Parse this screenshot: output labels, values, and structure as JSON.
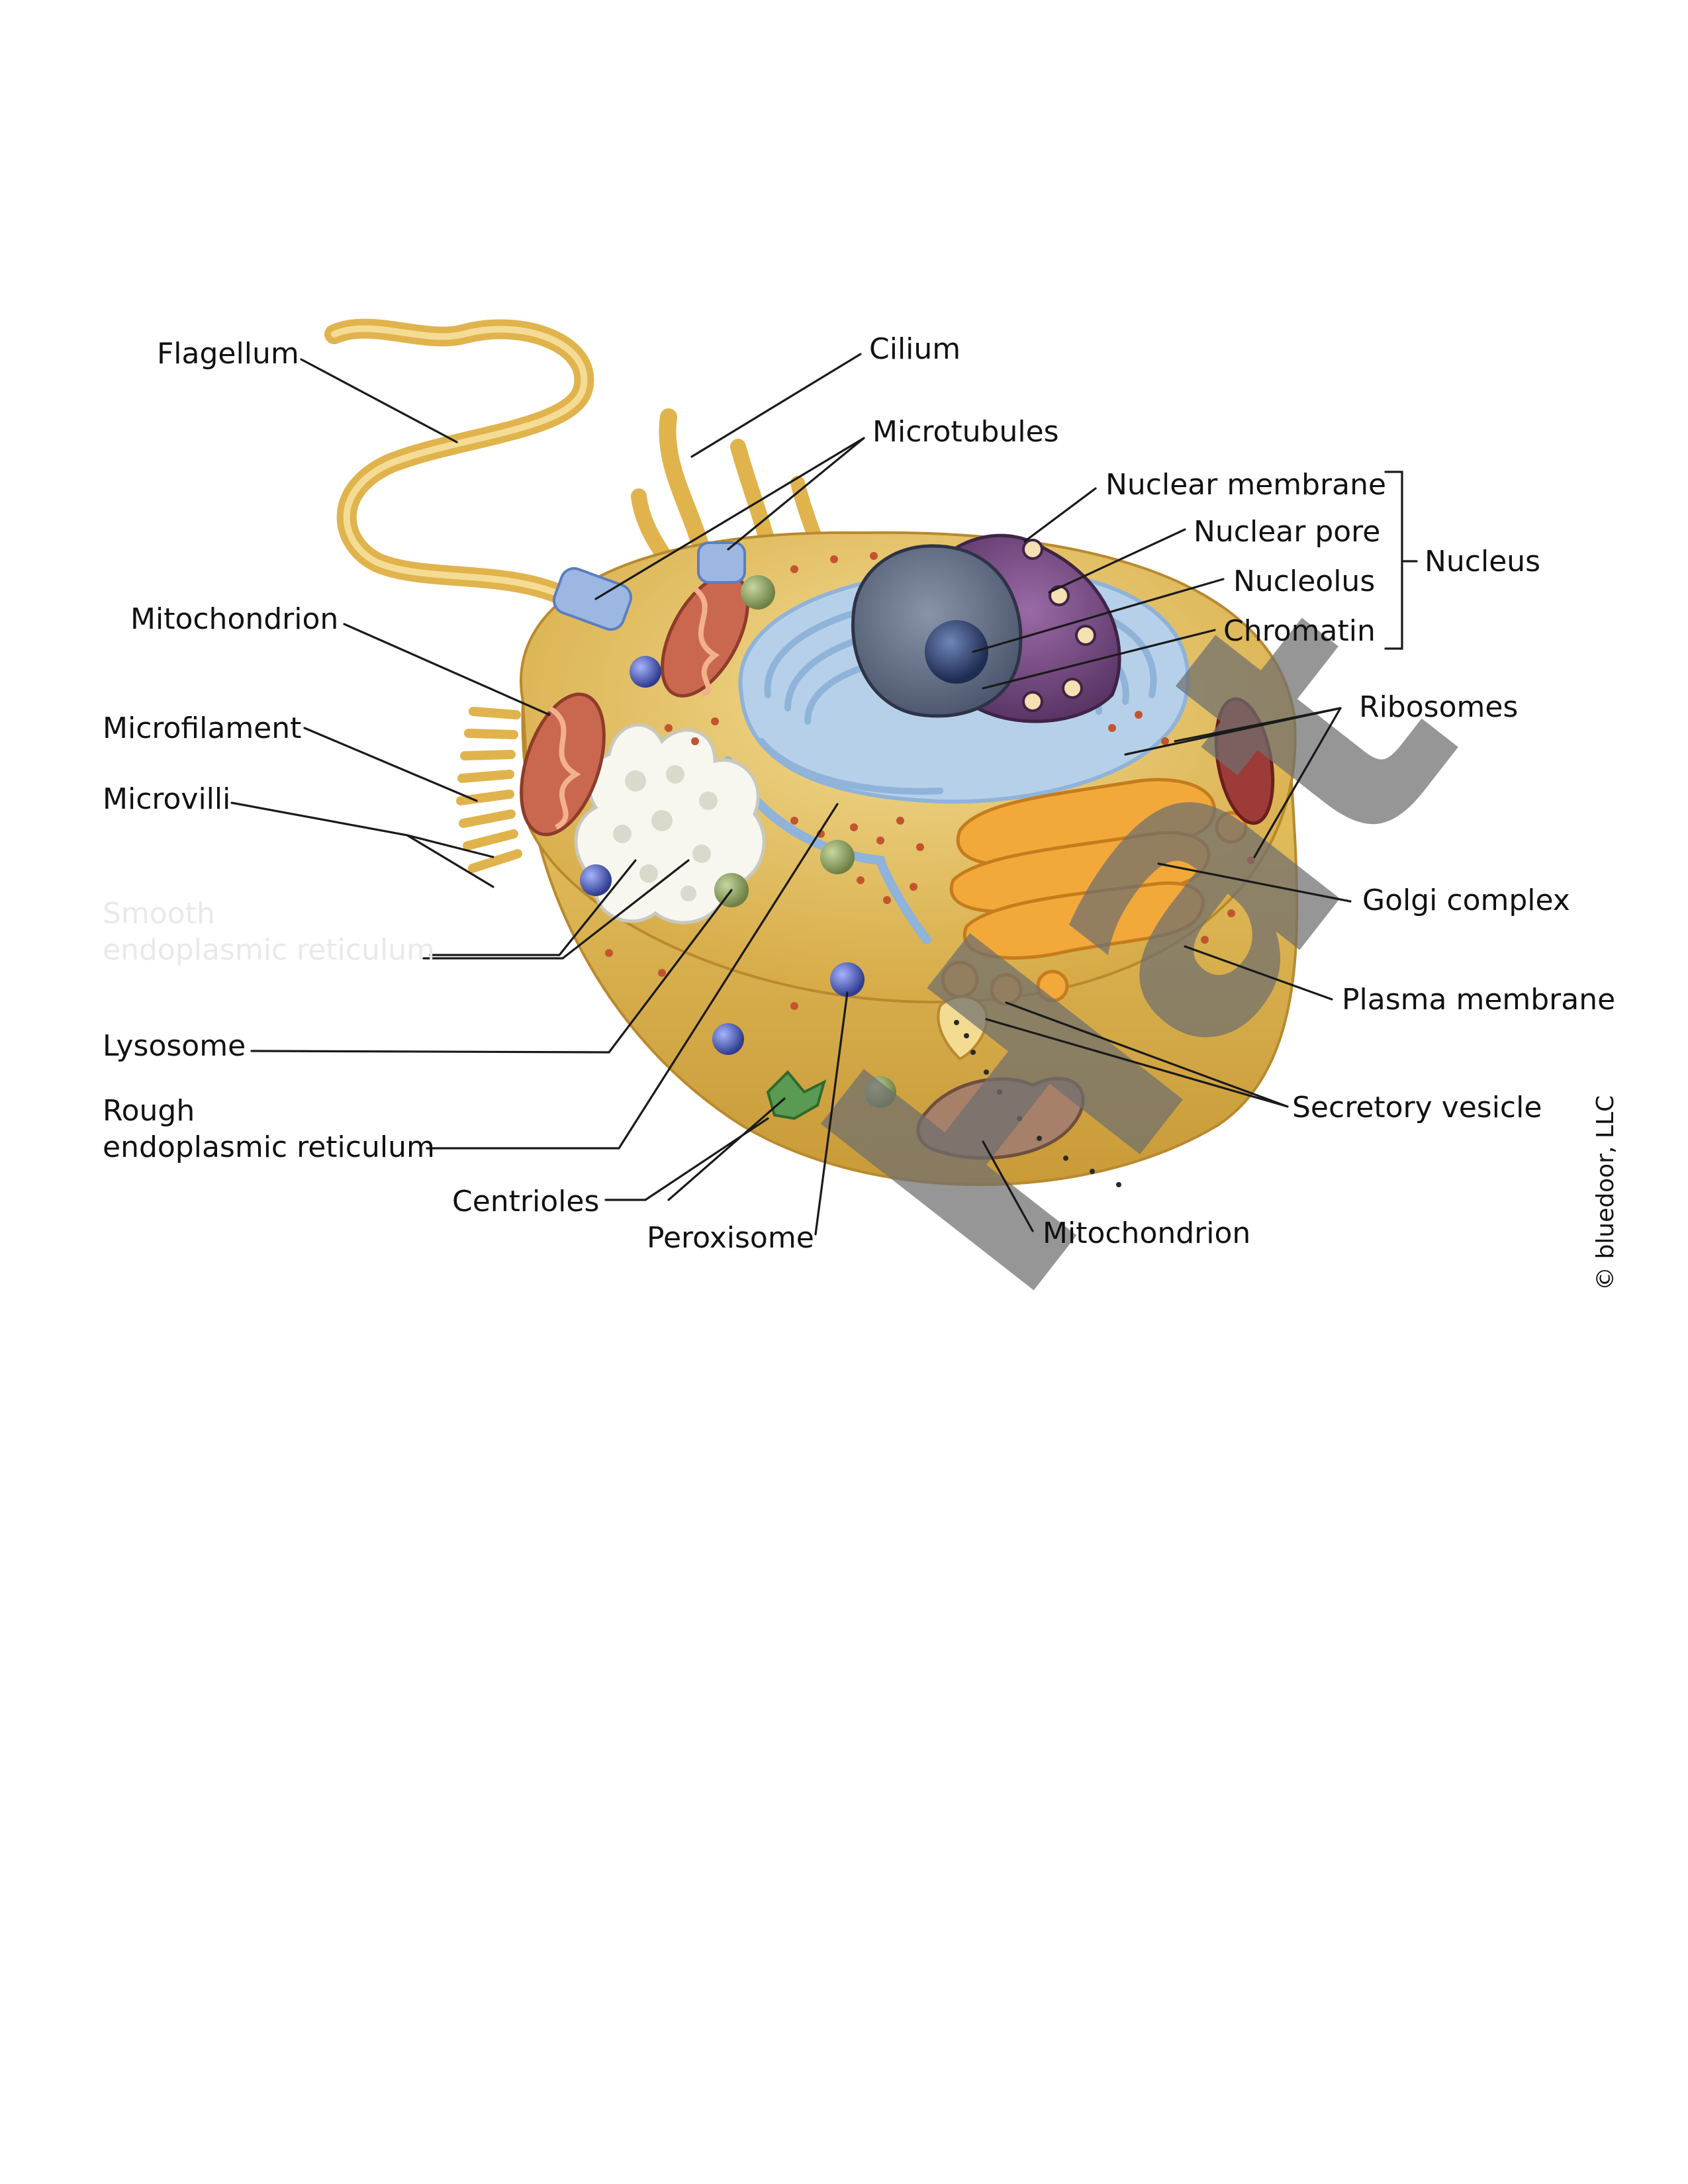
{
  "labels": {
    "flagellum": "Flagellum",
    "cilium": "Cilium",
    "microtubules": "Microtubules",
    "nuclear_membrane": "Nuclear membrane",
    "nuclear_pore": "Nuclear pore",
    "nucleolus": "Nucleolus",
    "chromatin": "Chromatin",
    "nucleus": "Nucleus",
    "mitochondrion_left": "Mitochondrion",
    "microfilament": "Microfilament",
    "microvilli": "Microvilli",
    "ribosomes": "Ribosomes",
    "golgi_complex": "Golgi complex",
    "smooth_er_line1": "Smooth",
    "smooth_er_line2": "endoplasmic reticulum",
    "plasma_membrane": "Plasma membrane",
    "lysosome": "Lysosome",
    "secretory_vesicle": "Secretory vesicle",
    "rough_er_line1": "Rough",
    "rough_er_line2": "endoplasmic reticulum",
    "centrioles": "Centrioles",
    "peroxisome": "Peroxisome",
    "mitochondrion_bottom": "Mitochondrion"
  },
  "copyright": "© bluedoor, LLC",
  "watermark": "Hat",
  "colors": {
    "cytoplasm": "#e8c565",
    "cell_rim": "#d8b04e",
    "nucleus": "#7a4f86",
    "er": "#a8c6e4",
    "golgi": "#f2a93a",
    "mitochondrion": "#c9674f",
    "lysosome": "#8bbf6e",
    "peroxisome": "#4f5fb0"
  }
}
